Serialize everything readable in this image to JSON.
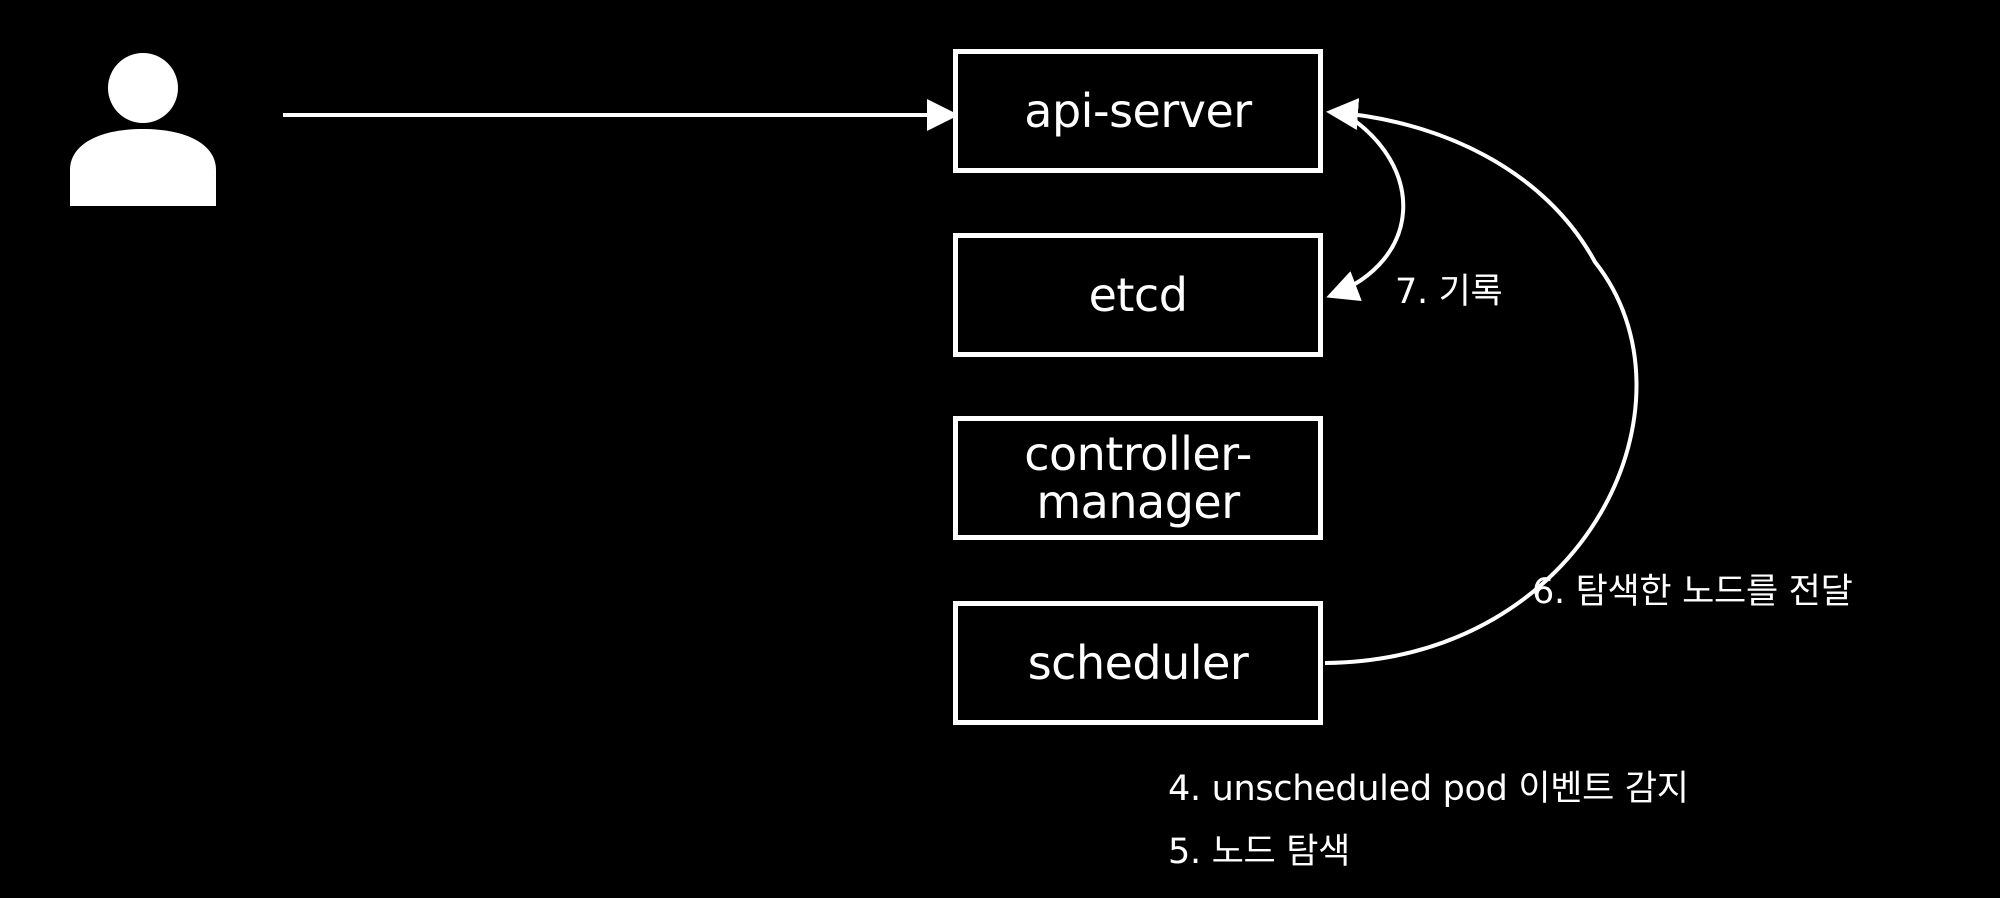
{
  "components": {
    "api_server": "api-server",
    "etcd": "etcd",
    "controller_manager": "controller-\nmanager",
    "scheduler": "scheduler"
  },
  "labels": {
    "step7": "7. 기록",
    "step6": "6. 탐색한 노드를 전달",
    "step4": "4. unscheduled pod 이벤트 감지",
    "step5": "5. 노드 탐색"
  },
  "colors": {
    "background": "#000000",
    "foreground": "#ffffff"
  },
  "icons": {
    "user": "user-icon"
  }
}
